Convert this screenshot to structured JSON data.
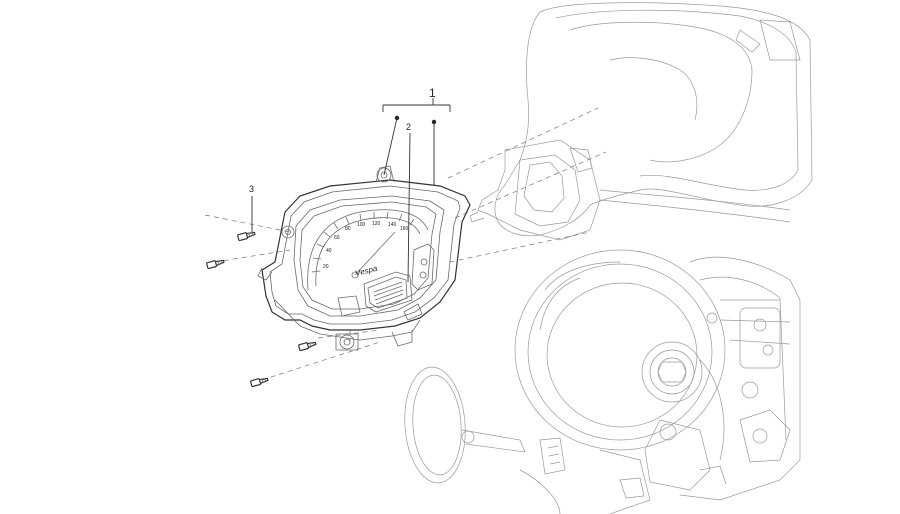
{
  "callouts": {
    "assembly": "1",
    "display": "2",
    "screw": "3"
  },
  "logo_text": "Vespa",
  "colors": {
    "line": "#333333",
    "background": "#ffffff"
  }
}
